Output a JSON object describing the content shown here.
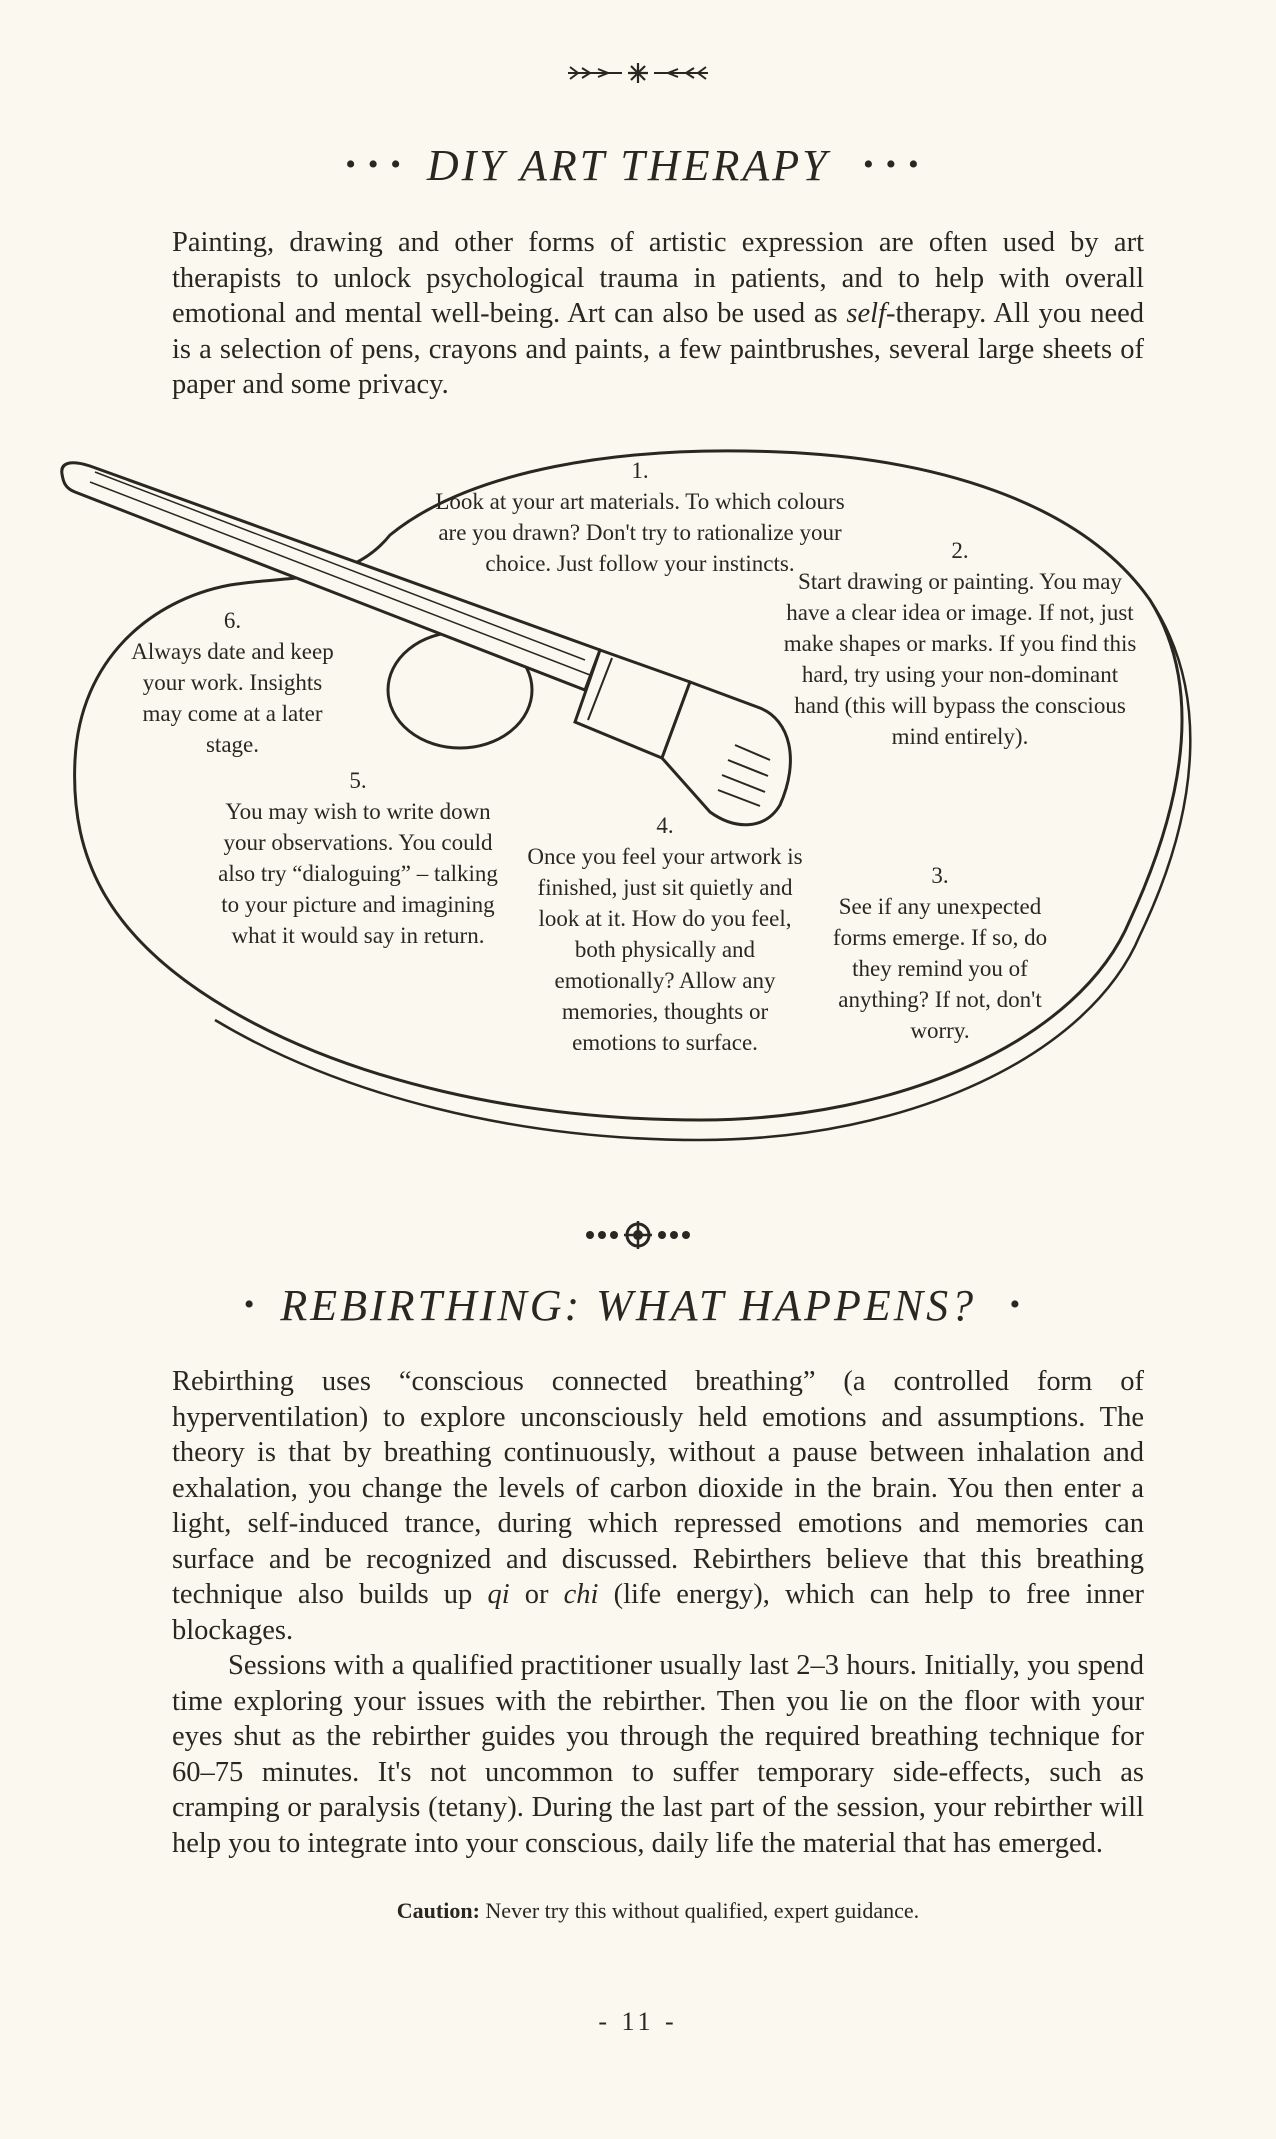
{
  "section1": {
    "title": "DIY ART THERAPY",
    "intro_before": "Painting, drawing and other forms of artistic expression are often used by art therapists to unlock psychological trauma in patients, and to help with overall emotional and mental well-being. Art can also be used as ",
    "intro_italic": "self",
    "intro_after": "-therapy. All you need is a selection of pens, crayons and paints, a few paintbrushes, several large sheets of paper and some privacy."
  },
  "steps": [
    {
      "num": "1.",
      "text": "Look at your art materials. To which colours are you drawn? Don't try to rationalize your choice. Just follow your instincts."
    },
    {
      "num": "2.",
      "text": "Start drawing or painting. You may have a clear idea or image. If not, just make shapes or marks. If you find this hard, try using your non-dominant hand (this will bypass the conscious mind entirely)."
    },
    {
      "num": "3.",
      "text": "See if any unexpected forms emerge. If so, do they remind you of anything? If not, don't worry."
    },
    {
      "num": "4.",
      "text": "Once you feel your artwork is finished, just sit quietly and look at it. How do you feel, both physically and emotionally? Allow any memories, thoughts or emotions to surface."
    },
    {
      "num": "5.",
      "text": "You may wish to write down your observations. You could also try “dialoguing” – talking to your picture and imagining what it would say in return."
    },
    {
      "num": "6.",
      "text": "Always date and keep your work. Insights may come at a later stage."
    }
  ],
  "section2": {
    "title": "REBIRTHING: WHAT HAPPENS?",
    "p1_a": "Rebirthing uses “conscious connected breathing” (a controlled form of hyperventilation) to explore unconsciously held emotions and assumptions. The theory is that by breathing continuously, without a pause between inhalation and exhalation, you change the levels of carbon dioxide in the brain. You then enter a light, self-induced trance, during which repressed emotions and memories can surface and be recognized and discussed. Rebirthers believe that this breathing technique also builds up ",
    "p1_qi": "qi",
    "p1_or": " or ",
    "p1_chi": "chi",
    "p1_b": " (life energy), which can help to free inner blockages.",
    "p2": "Sessions with a qualified practitioner usually last 2–3 hours. Initially, you spend time exploring your issues with the rebirther. Then you lie on the floor with your eyes shut as the rebirther guides you through the required breathing technique for 60–75 minutes. It's not uncommon to suffer temporary side-effects, such as cramping or paralysis (tetany). During the last part of the session, your rebirther will help you to integrate into your conscious, daily life the material that has emerged.",
    "caution_label": "Caution:",
    "caution_text": " Never try this without qualified, expert guidance."
  },
  "page_number": "- 11 -"
}
